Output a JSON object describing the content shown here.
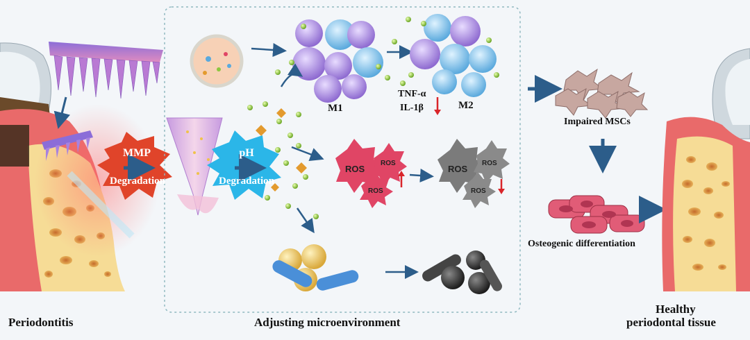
{
  "labels": {
    "periodontitis": "Periodontitis",
    "adjusting": "Adjusting microenvironment",
    "healthy_line1": "Healthy",
    "healthy_line2": "periodontal tissue",
    "m1": "M1",
    "m2": "M2",
    "tnf": "TNF-α",
    "il1b": "IL-1β",
    "impaired_mscs": "Impaired MSCs",
    "osteogenic": "Osteogenic differentiation",
    "mmp_top": "MMP",
    "mmp_bottom": "Degradation",
    "ph_top": "pH",
    "ph_bottom": "Degradation",
    "ros": "ROS"
  },
  "colors": {
    "background": "#f3f6f9",
    "dashed_frame": "#8fb8c0",
    "arrow": "#2c5d8a",
    "m1_cell": "#a78ad8",
    "m2_cell": "#7fc6ee",
    "ros_high": "#e04565",
    "ros_low": "#777777",
    "mmp_burst": "#e0442a",
    "ph_burst": "#2bb6e8",
    "bead": "#8cc63f",
    "crystal": "#e39a2e",
    "bone": "#f6dc96",
    "gum": "#e96a6a",
    "up_arrow": "#d9252a"
  },
  "icons": [
    "tooth-icon",
    "microneedle-patch-icon",
    "needle-icon",
    "nanoparticle-icon",
    "macrophage-icon",
    "ros-icon",
    "bacteria-icon",
    "msc-cell-icon",
    "osteoblast-icon"
  ]
}
